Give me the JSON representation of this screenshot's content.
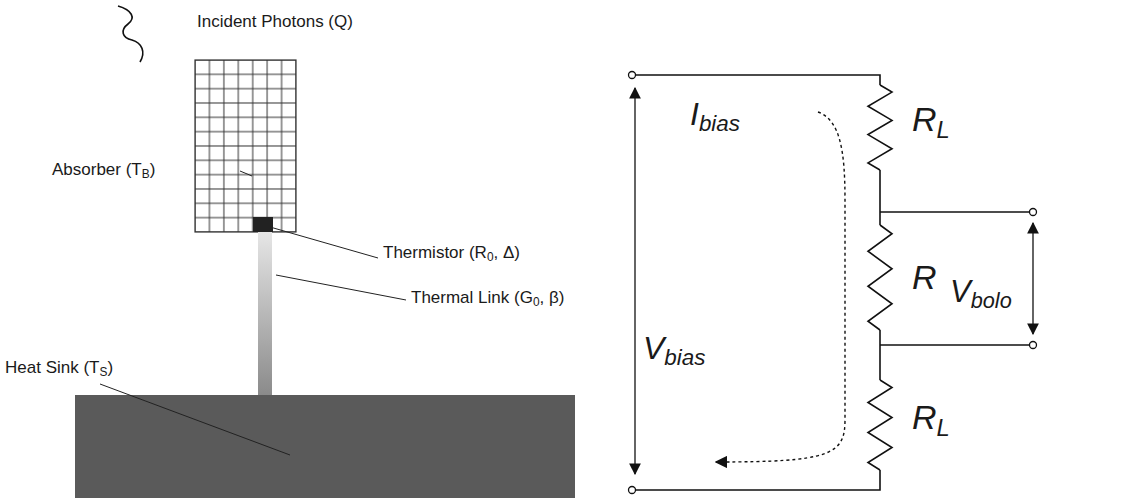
{
  "diagram": {
    "labels": [
      "Incident Photons (Q)",
      "Absorber (TB)",
      "Thermistor (R0, Δ)",
      "Thermal Link (G0, β)",
      "Heat Sink (TS)",
      "Ibias",
      "RL",
      "R",
      "Vbolo",
      "Vbias",
      "RL"
    ]
  }
}
